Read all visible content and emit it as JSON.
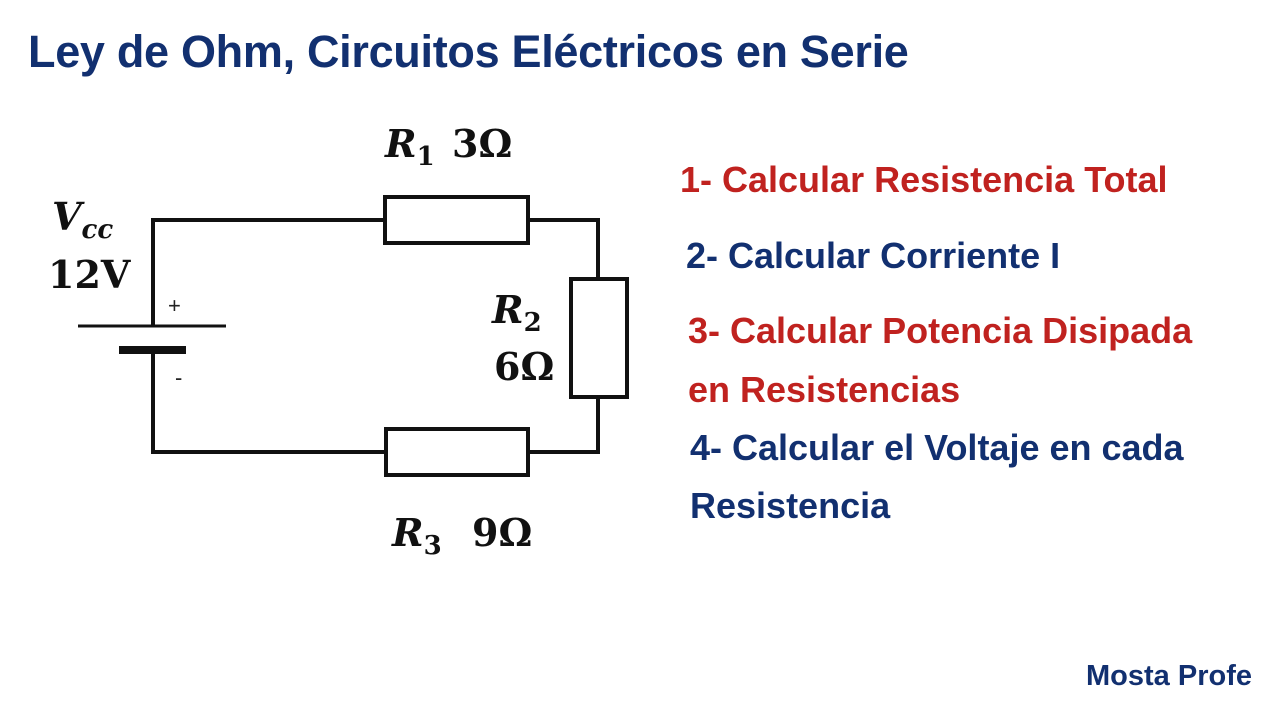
{
  "title": "Ley de Ohm, Circuitos Eléctricos en Serie",
  "circuit": {
    "source": {
      "symbol": "V",
      "subscript": "cc",
      "value": "12V",
      "plus_sign": "+",
      "minus_sign": "-"
    },
    "resistors": [
      {
        "symbol": "R",
        "subscript": "1",
        "value": "3Ω"
      },
      {
        "symbol": "R",
        "subscript": "2",
        "value": "6Ω"
      },
      {
        "symbol": "R",
        "subscript": "3",
        "value": "9Ω"
      }
    ]
  },
  "steps": [
    {
      "lines": [
        "1- Calcular Resistencia Total"
      ],
      "color": "#c0221f"
    },
    {
      "lines": [
        "2- Calcular Corriente I"
      ],
      "color": "#123070"
    },
    {
      "lines": [
        "3- Calcular Potencia Disipada",
        "en Resistencias"
      ],
      "color": "#c0221f"
    },
    {
      "lines": [
        "4- Calcular el Voltaje en cada",
        "Resistencia"
      ],
      "color": "#123070"
    }
  ],
  "credit": "Mosta Profe"
}
